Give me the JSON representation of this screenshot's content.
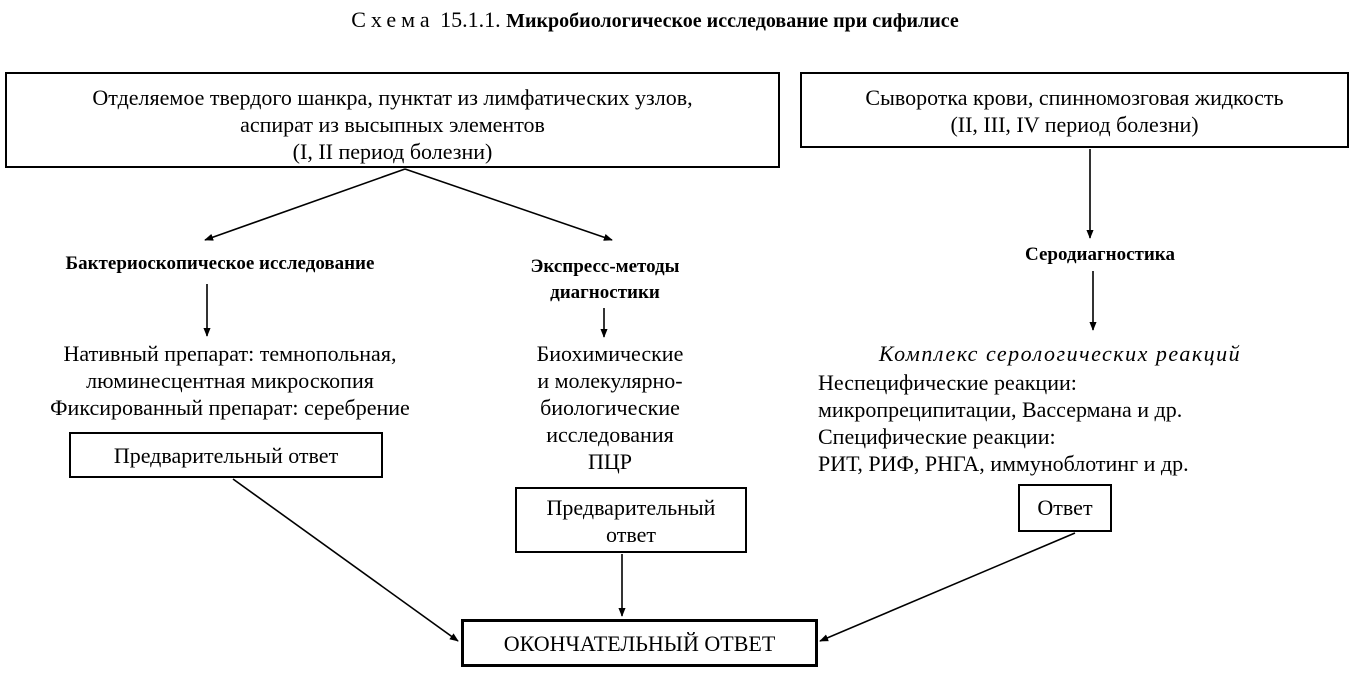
{
  "title": {
    "prefix": "Схема",
    "number": "15.1.1.",
    "text": "Микробиологическое исследование при сифилисе"
  },
  "material_left": {
    "lines": [
      "Отделяемое твердого шанкра, пунктат из лимфатических узлов,",
      "аспират из высыпных элементов",
      "(I, II период болезни)"
    ]
  },
  "material_right": {
    "lines": [
      "Сыворотка крови, спинномозговая жидкость",
      "(II, III, IV период болезни)"
    ]
  },
  "bacterioscopy": {
    "title": "Бактериоскопическое исследование",
    "lines": [
      "Нативный препарат: темнопольная,",
      "люминесцентная микроскопия",
      "Фиксированный препарат: серебрение"
    ],
    "result": "Предварительный ответ"
  },
  "express": {
    "title_lines": [
      "Экспресс-методы",
      "диагностики"
    ],
    "lines": [
      "Биохимические",
      "и молекулярно-",
      "биологические",
      "исследования",
      "ПЦР"
    ],
    "result_lines": [
      "Предварительный",
      "ответ"
    ]
  },
  "serodiagnostics": {
    "title": "Серодиагностика",
    "complex": "Комплекс серологических реакций",
    "lines": [
      "Неспецифические реакции:",
      "микропреципитации, Вассермана и др.",
      "Специфические реакции:",
      "РИТ, РИФ, РНГА, иммуноблотинг и др."
    ],
    "result": "Ответ"
  },
  "final": "ОКОНЧАТЕЛЬНЫЙ ОТВЕТ"
}
